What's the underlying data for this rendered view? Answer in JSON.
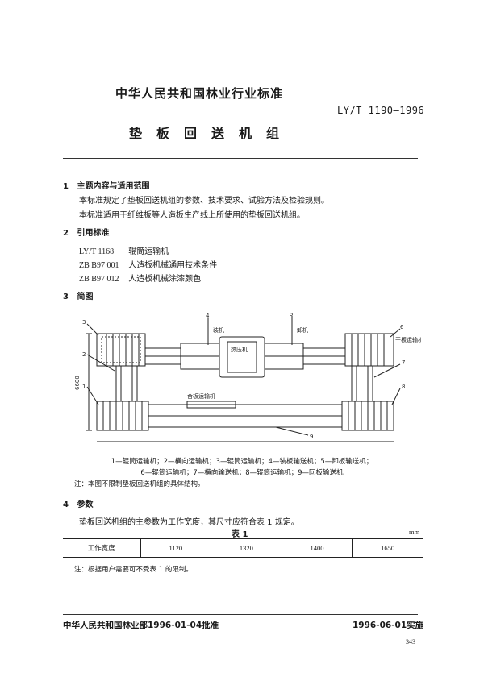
{
  "header": {
    "org_title": "中华人民共和国林业行业标准",
    "std_code": "LY/T 1190—1996",
    "doc_title": "垫板回送机组"
  },
  "sections": {
    "s1": {
      "num": "1",
      "title": "主题内容与适用范围",
      "p1": "本标准规定了垫板回送机组的参数、技术要求、试验方法及检验规则。",
      "p2": "本标准适用于纤维板等人造板生产线上所使用的垫板回送机组。"
    },
    "s2": {
      "num": "2",
      "title": "引用标准",
      "refs": [
        {
          "code": "LY/T 1168",
          "name": "辊筒运输机"
        },
        {
          "code": "ZB B97 001",
          "name": "人造板机械通用技术条件"
        },
        {
          "code": "ZB B97 012",
          "name": "人造板机械涂漆颜色"
        }
      ]
    },
    "s3": {
      "num": "3",
      "title": "简图",
      "figure_labels": {
        "n1": "1",
        "n2": "2",
        "n3": "3",
        "n4": "4",
        "n5": "5",
        "n6": "6",
        "n7": "7",
        "n8": "8",
        "n9": "9",
        "dim": "6600",
        "load": "装机",
        "unload": "卸机",
        "press": "热压机",
        "dry": "干板运输机",
        "combine": "合板运输机"
      },
      "caption_line1": "1—辊筒运输机；2—横向运输机；3—辊筒运输机；4—装板输送机；5—卸板输送机；",
      "caption_line2": "6—辊筒运输机；7—横向输送机；8—辊筒运输机；9—回板输送机",
      "note": "注：本图不限制垫板回送机组的具体结构。"
    },
    "s4": {
      "num": "4",
      "title": "参数",
      "p1": "垫板回送机组的主参数为工作宽度，其尺寸应符合表 1 规定。",
      "table_title": "表 1",
      "table_unit": "mm",
      "row_label": "工作宽度",
      "values": [
        "1120",
        "1320",
        "1400",
        "1650"
      ],
      "note": "注：根据用户需要可不受表 1 的限制。"
    }
  },
  "footer": {
    "approved": "中华人民共和国林业部1996-01-04批准",
    "effective": "1996-06-01实施",
    "page": "343"
  }
}
